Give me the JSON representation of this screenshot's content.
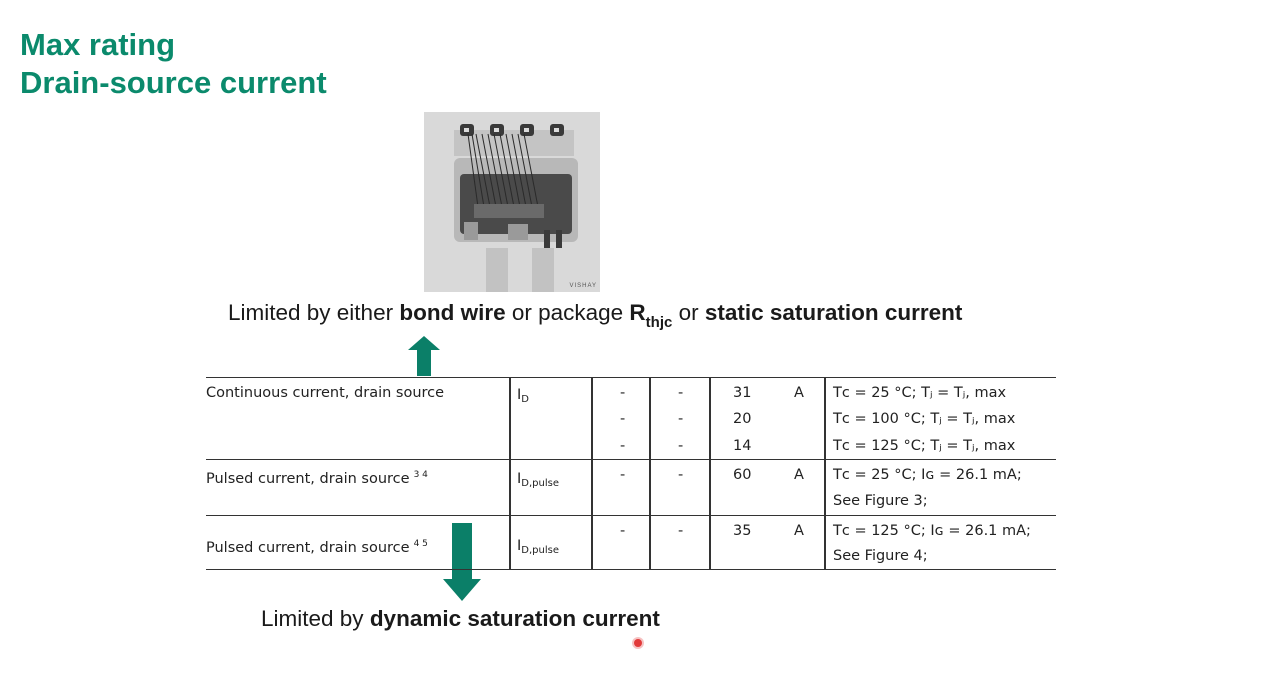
{
  "slide": {
    "title_line1": "Max rating",
    "title_line2": "Drain-source current",
    "photo_brand": "VISHAY"
  },
  "caption_top": {
    "t1": "Limited by either ",
    "b1": "bond wire",
    "t2": " or package ",
    "r": "R",
    "rsub": "thjc",
    "t3": " or ",
    "b2": "static saturation current"
  },
  "caption_bottom": {
    "t1": "Limited by ",
    "b1": "dynamic saturation current"
  },
  "table": {
    "rows": [
      {
        "parameter": "Continuous current, drain source",
        "footnote": "",
        "symbol": "I",
        "symbol_sub": "D",
        "unit": "A",
        "lines": [
          {
            "min": "-",
            "typ": "-",
            "max": "31",
            "cond": "Tᴄ = 25 °C; Tⱼ = Tⱼ, max"
          },
          {
            "min": "-",
            "typ": "-",
            "max": "20",
            "cond": "Tᴄ = 100 °C; Tⱼ = Tⱼ, max"
          },
          {
            "min": "-",
            "typ": "-",
            "max": "14",
            "cond": "Tᴄ = 125 °C; Tⱼ = Tⱼ, max"
          }
        ]
      },
      {
        "parameter": "Pulsed current, drain source",
        "footnote": "3 4",
        "symbol": "I",
        "symbol_sub": "D,pulse",
        "unit": "A",
        "lines": [
          {
            "min": "-",
            "typ": "-",
            "max": "60",
            "cond": "Tᴄ = 25 °C; Iɢ = 26.1 mA;"
          },
          {
            "min": "",
            "typ": "",
            "max": "",
            "cond": "See Figure 3;"
          }
        ]
      },
      {
        "parameter": "Pulsed current, drain source",
        "footnote": "4 5",
        "symbol": "I",
        "symbol_sub": "D,pulse",
        "unit": "A",
        "lines": [
          {
            "min": "-",
            "typ": "-",
            "max": "35",
            "cond": "Tᴄ = 125 °C;  Iɢ = 26.1 mA;"
          },
          {
            "min": "",
            "typ": "",
            "max": "",
            "cond": "See Figure 4;"
          }
        ]
      }
    ]
  },
  "colors": {
    "accent": "#0b8a6c",
    "arrow": "#0b7f68",
    "pointer": "#e23a3a"
  }
}
